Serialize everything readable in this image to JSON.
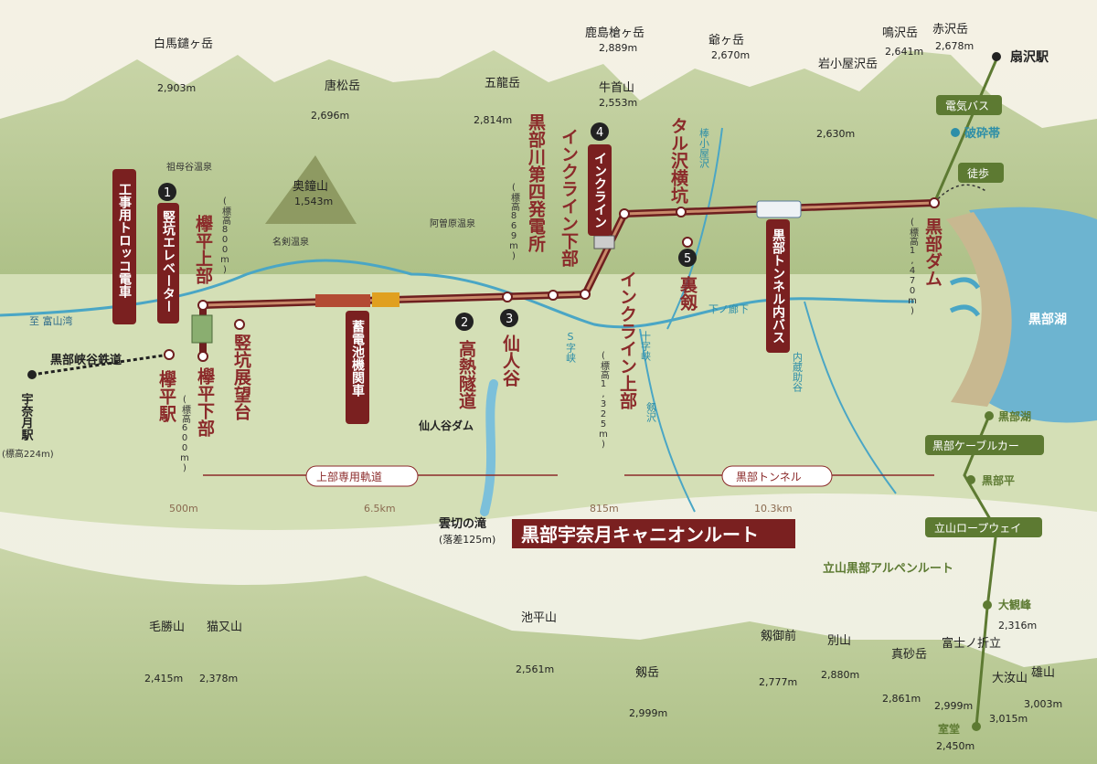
{
  "title": "黒部宇奈月キャニオンルート",
  "mountains": [
    {
      "name": "白馬鑓ヶ岳",
      "height": "2,903m"
    },
    {
      "name": "唐松岳",
      "height": "2,696m"
    },
    {
      "name": "五龍岳",
      "height": "2,814m"
    },
    {
      "name": "鹿島槍ヶ岳",
      "height": "2,889m"
    },
    {
      "name": "牛首山",
      "height": "2,553m"
    },
    {
      "name": "爺ヶ岳",
      "height": "2,670m"
    },
    {
      "name": "岩小屋沢岳",
      "height": "2,630m"
    },
    {
      "name": "鳴沢岳",
      "height": "2,641m"
    },
    {
      "name": "赤沢岳",
      "height": "2,678m"
    },
    {
      "name": "奥鐘山",
      "height": "1,543m"
    },
    {
      "name": "毛勝山",
      "height": "2,415m"
    },
    {
      "name": "猫又山",
      "height": "2,378m"
    },
    {
      "name": "池平山",
      "height": "2,561m"
    },
    {
      "name": "剱岳",
      "height": "2,999m"
    },
    {
      "name": "剱御前",
      "height": "2,777m"
    },
    {
      "name": "別山",
      "height": "2,880m"
    },
    {
      "name": "真砂岳",
      "height": "2,861m"
    },
    {
      "name": "富士ノ折立",
      "height": "2,999m"
    },
    {
      "name": "大汝山",
      "height": "3,015m"
    },
    {
      "name": "雄山",
      "height": "3,003m"
    }
  ],
  "onsen": [
    "祖母谷温泉",
    "名剣温泉",
    "阿曽原温泉"
  ],
  "stations": {
    "unazuki": "宇奈月駅",
    "unazuki_elev": "(標高224m)",
    "keyakidaira": "欅平駅",
    "keyaki_shita": "欅平下部",
    "keyaki_shita_elev": "(標高600m)",
    "keyaki_ue": "欅平上部",
    "keyaki_ue_elev": "(標高800m)",
    "tatekou": "竪坑展望台",
    "kounetsu": "高熱隧道",
    "sennindani": "仙人谷",
    "power": "黒部川第四発電所",
    "power_elev": "(標高869m)",
    "incline_shita": "インクライン下部",
    "incline_ue": "インクライン上部",
    "incline_ue_elev": "(標高1,325m)",
    "tarusawa": "タル沢横坑",
    "urazurugi": "裏剱",
    "dam": "黒部ダム",
    "dam_elev": "(標高1,470m)",
    "kurobe_lake": "黒部湖",
    "ogisawa": "扇沢駅"
  },
  "vehicles": {
    "torokko": "工事用トロッコ電車",
    "elevator": "竪坑エレベーター",
    "battery": "蓄電池機関車",
    "incline": "インクライン",
    "tunnel_bus": "黒部トンネル内バス"
  },
  "numbers": [
    "1",
    "2",
    "3",
    "4",
    "5"
  ],
  "rail": "黒部峡谷鉄道",
  "toyama": "至 富山湾",
  "dam_sennin": "仙人谷ダム",
  "waterfall": "雲切の滝",
  "waterfall_drop": "(落差125m)",
  "rivers": [
    "棒小屋沢",
    "S字峡",
    "十字峡",
    "剱沢",
    "下ノ廊下",
    "内蔵助谷"
  ],
  "segments": {
    "upper_track": "上部専用軌道",
    "tunnel": "黒部トンネル"
  },
  "distances": [
    "500m",
    "6.5km",
    "815m",
    "10.3km"
  ],
  "alpine": {
    "denki_bus": "電気バス",
    "hasaitai": "破砕帯",
    "toho": "徒歩",
    "kurobeko": "黒部湖",
    "cable": "黒部ケーブルカー",
    "kurobedaira": "黒部平",
    "ropeway": "立山ロープウェイ",
    "route": "立山黒部アルペンルート",
    "daikanbo": "大観峰",
    "daikanbo_h": "2,316m",
    "murodo": "室堂",
    "murodo_h": "2,450m"
  },
  "colors": {
    "route": "#8b2a2a",
    "green": "#5d7a32",
    "lake": "#6db4d0",
    "river": "#2d8ea8"
  }
}
